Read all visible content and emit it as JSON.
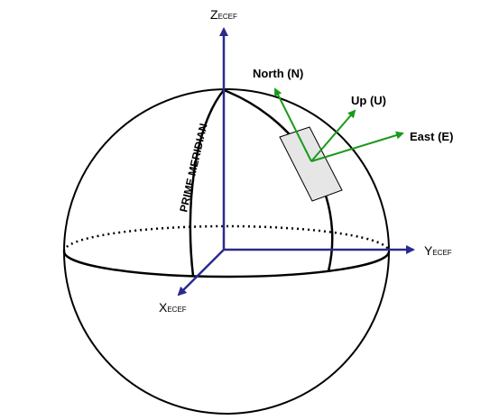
{
  "axes": {
    "z": {
      "main": "Z",
      "sub": "ECEF"
    },
    "y": {
      "main": "Y",
      "sub": "ECEF"
    },
    "x": {
      "main": "X",
      "sub": "ECEF"
    }
  },
  "local_frame": {
    "north_label": "North (N)",
    "up_label": "Up (U)",
    "east_label": "East (E)"
  },
  "meridian_label": "PRIME MERIDIAN",
  "colors": {
    "ecef_axes": "#2b2b8f",
    "enu_axes": "#1a9a1a",
    "outline": "#000000",
    "patch_fill": "#e6e6e6"
  }
}
